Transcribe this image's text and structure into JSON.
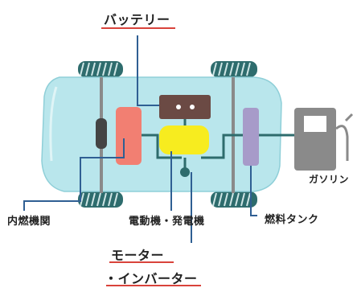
{
  "labels": {
    "battery": "バッテリー",
    "engine": "内燃機関",
    "motor_generator": "電動機・発電機",
    "fuel_tank": "燃料タンク",
    "gasoline": "ガソリン",
    "motor_inverter_line1": "モーター",
    "motor_inverter_line2": "・インバーター"
  },
  "colors": {
    "car_body": "#b9e6ec",
    "engine": "#f27f72",
    "battery": "#6b4a44",
    "motor": "#f7ec1f",
    "fuel_tank": "#a79bc9",
    "tire": "#2e6c6d",
    "pump": "#8a8a8a",
    "leader_line": "#2f5f93",
    "underline": "#d9433b"
  }
}
